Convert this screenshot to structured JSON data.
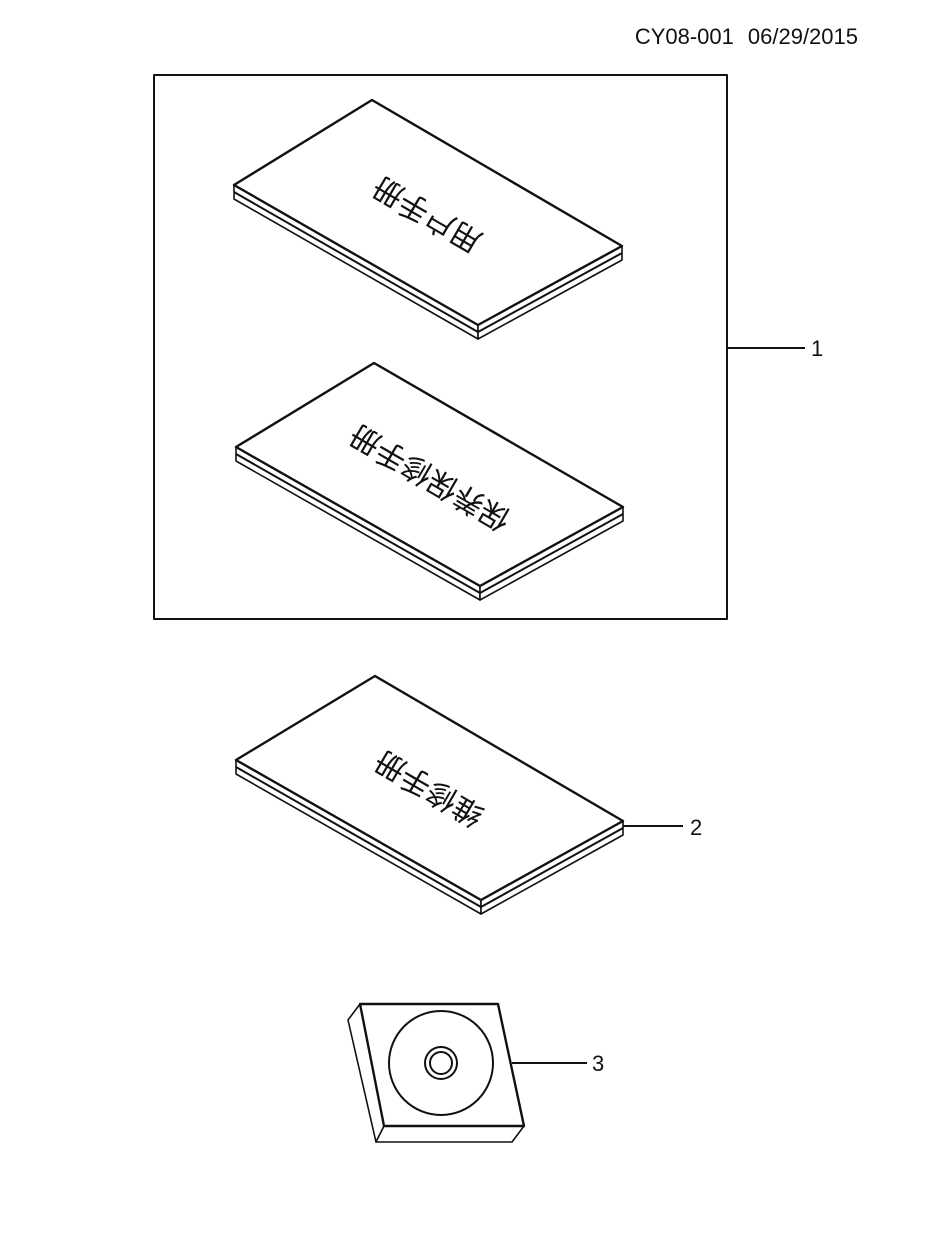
{
  "header": {
    "doc_code": "CY08-001",
    "date": "06/29/2015"
  },
  "parts": [
    {
      "callout": "1",
      "kind": "manual-set",
      "manuals": [
        {
          "title": "用户手册"
        },
        {
          "title": "保养保修手册"
        }
      ]
    },
    {
      "callout": "2",
      "kind": "manual",
      "title": "维修手册"
    },
    {
      "callout": "3",
      "kind": "cd-case"
    }
  ]
}
